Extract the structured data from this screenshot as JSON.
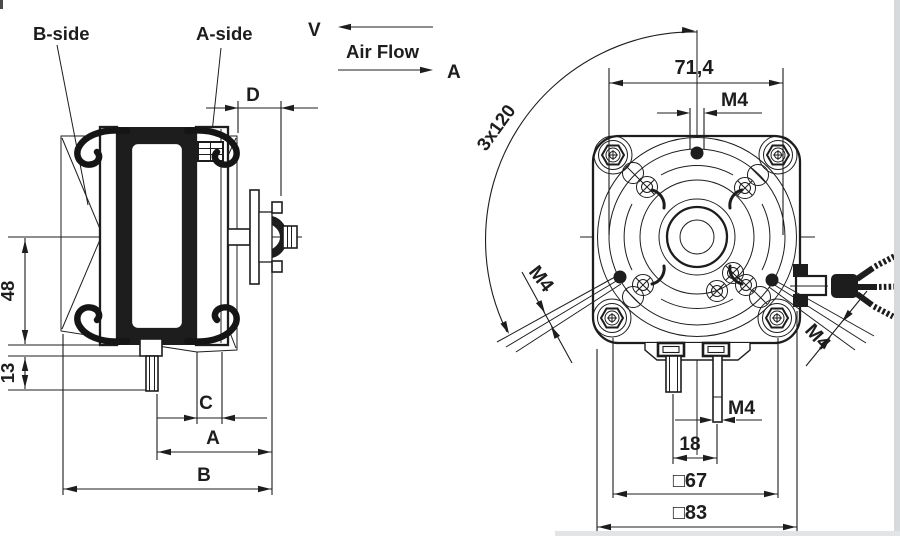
{
  "side_view": {
    "b_side_label": "B-side",
    "a_side_label": "A-side",
    "dim_d": "D",
    "dim_height_48": "48",
    "dim_height_13": "13",
    "dim_c": "C",
    "dim_a": "A",
    "dim_b": "B"
  },
  "air_flow": {
    "v_label": "V",
    "title": "Air Flow",
    "a_label": "A"
  },
  "front_view": {
    "dim_width": "71,4",
    "dim_m4_top": "M4",
    "dim_angle": "3x120",
    "dim_m4_left": "M4",
    "dim_m4_right": "M4",
    "dim_m4_pin": "M4",
    "dim_pin_spacing": "18",
    "dim_square_inner": "□67",
    "dim_square_outer": "□83"
  },
  "colors": {
    "ink": "#1d1d1d",
    "paper": "#ffffff"
  }
}
